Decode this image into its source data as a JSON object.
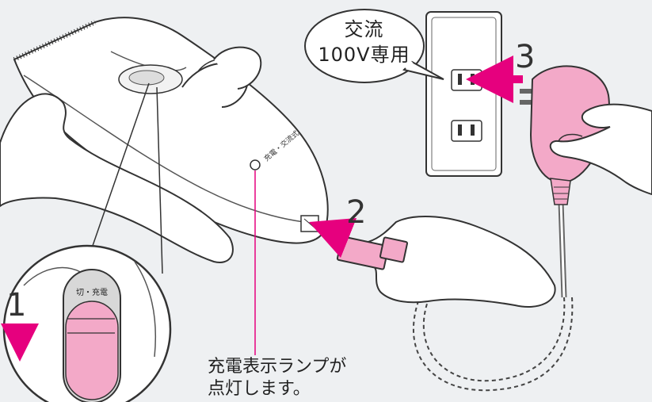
{
  "bubble": {
    "line1": "交流",
    "line2": "100V専用"
  },
  "steps": {
    "one": "1",
    "two": "2",
    "three": "3"
  },
  "caption": {
    "line1": "充電表示ランプが",
    "line2": "点灯します。"
  },
  "device": {
    "lamp_label": "充電・交流式",
    "switch_label": "切・充電"
  },
  "colors": {
    "accent_pink": "#e6007e",
    "plug_pink": "#f3a9c8",
    "background": "#eef0f2"
  }
}
